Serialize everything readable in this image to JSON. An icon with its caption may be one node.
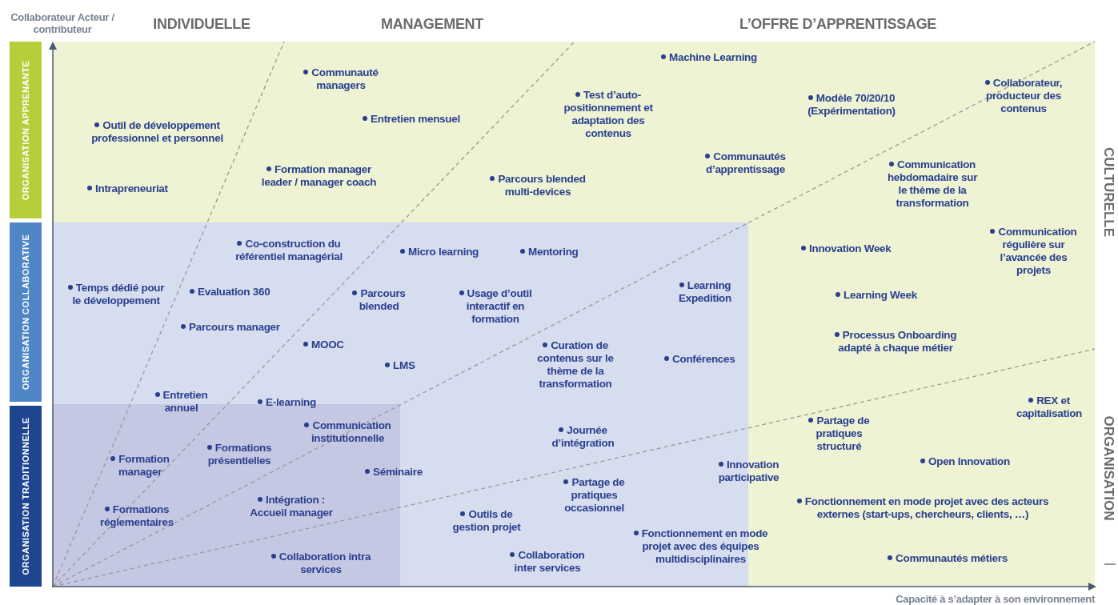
{
  "diagram": {
    "nodes": [
      {
        "text": [
          "ORGANISATION APPRENANTE"
        ]
      },
      {
        "text": [
          "ORGANISATION COLLABORATIVE"
        ]
      },
      {
        "text": [
          "ORGANISATION TRADITIONNELLE"
        ]
      }
    ],
    "labels": [
      "Collaborateur Acteur / contributeur",
      "INDIVIDUELLE",
      "MANAGEMENT",
      "L’OFFRE D’APPRENTISSAGE",
      "Machine Learning",
      "Communauté managers",
      "Test d’auto-positionnement et adaptation des contenus",
      "Modèle 70/20/10 (Expérimentation)",
      "Collaborateur, producteur des contenus",
      "Entretien mensuel",
      "Outil de développement professionnel et personnel",
      "Communautés d’apprentissage",
      "Communication hebdomadaire sur le thème de la transformation",
      "Formation manager leader / manager coach",
      "Parcours blended multi-devices",
      "Intrapreneuriat",
      "Communication régulière sur l’avancée des projets",
      "Co-construction du référentiel managérial",
      "Innovation Week",
      "Micro learning",
      "Mentoring",
      "Temps dédié pour le développement",
      "Evaluation 360",
      "Parcours blended",
      "Usage d’outil interactif en formation",
      "Learning Expedition",
      "Learning Week",
      "Parcours manager",
      "Processus Onboarding adapté à chaque métier",
      "MOOC",
      "Curation de contenus sur le thème de la transformation",
      "Conférences",
      "LMS",
      "Entretien annuel",
      "E-learning",
      "REX et capitalisation",
      "Communication institutionnelle",
      "Partage de pratiques structuré",
      "Journée d’intégration",
      "Formations présentielles",
      "Formation manager",
      "Innovation participative",
      "Open Innovation",
      "Séminaire",
      "Partage de pratiques occasionnel",
      "Formations réglementaires",
      "Intégration : Accueil manager",
      "Fonctionnement en mode projet avec des acteurs externes (start-ups, chercheurs, clients, …)",
      "Outils de gestion projet",
      "Fonctionnement en mode projet avec des équipes multidisciplinaires",
      "Collaboration intra services",
      "Collaboration inter services",
      "Communautés métiers",
      "CULTURELLE",
      "ORGANISATION",
      "Capacité à s’adapter à son environnement"
    ]
  }
}
